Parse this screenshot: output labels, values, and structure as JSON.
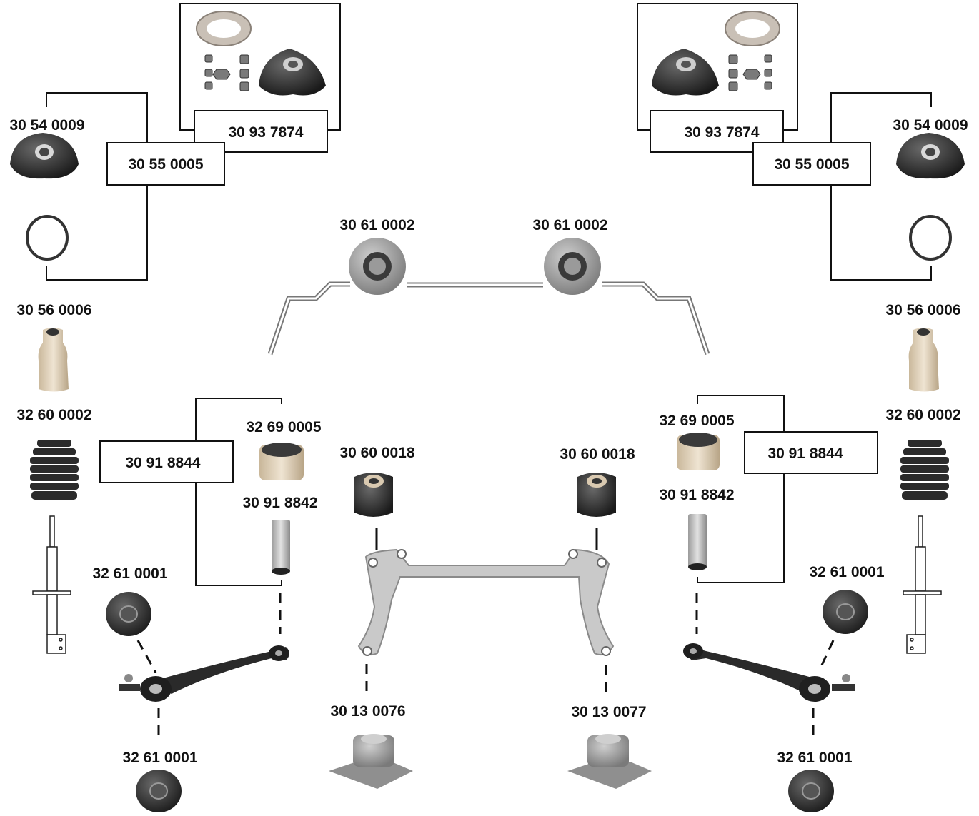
{
  "left": {
    "kit_top": "30 93 7874",
    "mount": "30 54 0009",
    "mount_kit": "30 55 0005",
    "bump_stop": "30 56 0006",
    "dust_boot": "32 60 0002",
    "arm_kit": "30 91 8844",
    "arm_bushing": "32 69 0005",
    "sleeve": "30 91 8842",
    "bushing_upper": "32 61 0001",
    "bushing_lower": "32 61 0001",
    "subframe_mount": "30 60 0018",
    "rear_mount": "30 13 0076"
  },
  "right": {
    "kit_top": "30 93 7874",
    "mount": "30 54 0009",
    "mount_kit": "30 55 0005",
    "bump_stop": "30 56 0006",
    "dust_boot": "32 60 0002",
    "arm_kit": "30 91 8844",
    "arm_bushing": "32 69 0005",
    "sleeve": "30 91 8842",
    "bushing_upper": "32 61 0001",
    "bushing_lower": "32 61 0001",
    "subframe_mount": "30 60 0018",
    "rear_mount": "30 13 0077"
  },
  "center": {
    "stabilizer_bush_left": "30 61 0002",
    "stabilizer_bush_right": "30 61 0002"
  },
  "colors": {
    "line": "#111111",
    "rubber_dark": "#2a2a2a",
    "rubber_light": "#b8b8b8",
    "metal": "#9a9a9a",
    "tan": "#d9c9b0"
  }
}
